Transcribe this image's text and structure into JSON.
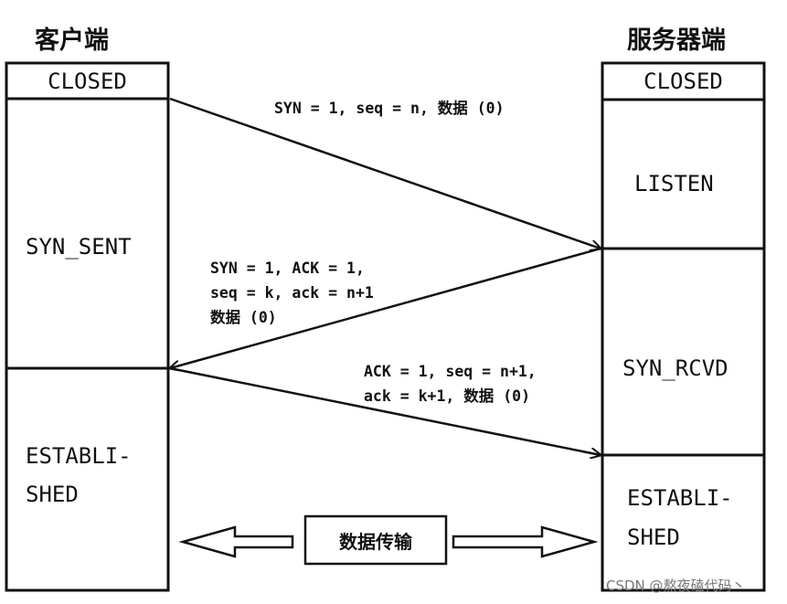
{
  "client": {
    "title": "客户端",
    "states": {
      "closed": "CLOSED",
      "syn_sent": "SYN_SENT",
      "established_line1": "ESTABLI-",
      "established_line2": "SHED"
    }
  },
  "server": {
    "title": "服务器端",
    "states": {
      "closed": "CLOSED",
      "listen": "LISTEN",
      "syn_rcvd": "SYN_RCVD",
      "established_line1": "ESTABLI-",
      "established_line2": "SHED"
    }
  },
  "messages": {
    "syn": {
      "line1": "SYN = 1, seq = n, 数据 (0)"
    },
    "syn_ack": {
      "line1": "SYN = 1, ACK = 1,",
      "line2": "seq = k, ack = n+1",
      "line3": "数据 (0)"
    },
    "ack": {
      "line1": "ACK = 1, seq = n+1,",
      "line2": "ack = k+1, 数据 (0)"
    }
  },
  "data_transfer": {
    "label": "数据传输"
  },
  "watermark": "CSDN @熬夜磕代码丶"
}
